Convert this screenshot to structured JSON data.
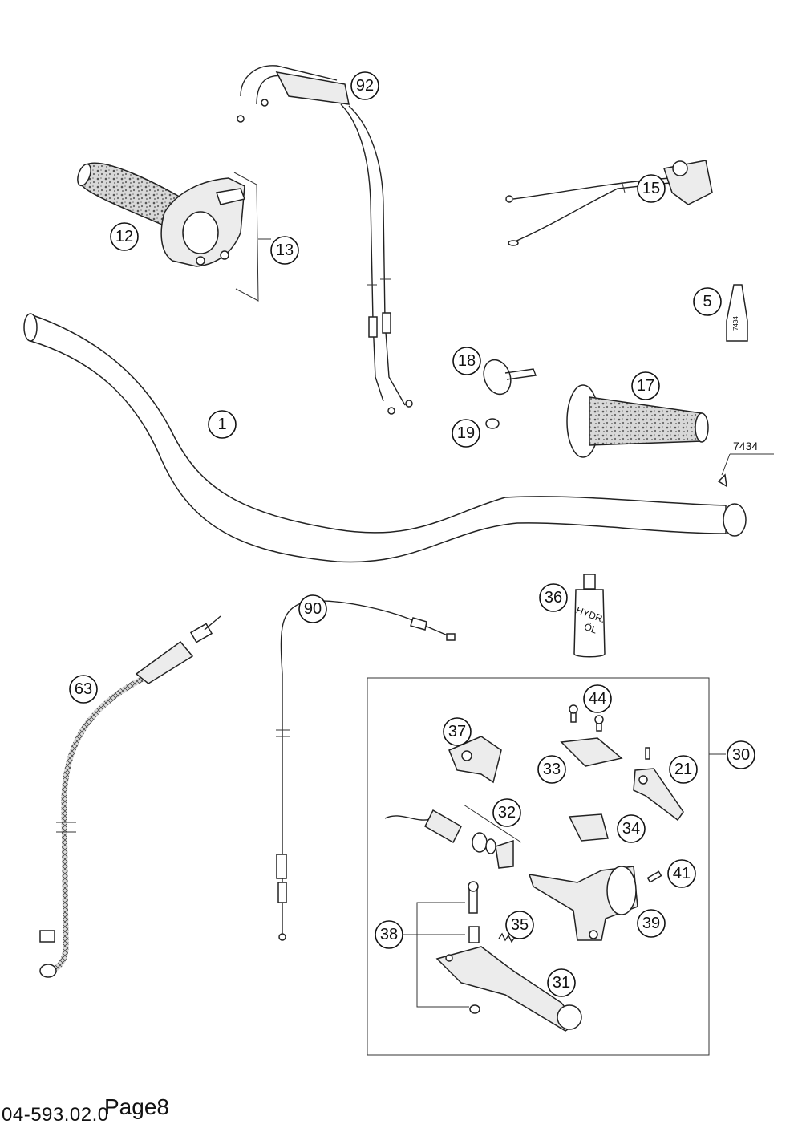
{
  "diagram": {
    "callouts": [
      {
        "id": "c92",
        "label": "92"
      },
      {
        "id": "c12",
        "label": "12"
      },
      {
        "id": "c13",
        "label": "13"
      },
      {
        "id": "c15",
        "label": "15"
      },
      {
        "id": "c5",
        "label": "5"
      },
      {
        "id": "c18",
        "label": "18"
      },
      {
        "id": "c17",
        "label": "17"
      },
      {
        "id": "c1",
        "label": "1"
      },
      {
        "id": "c19",
        "label": "19"
      },
      {
        "id": "c90",
        "label": "90"
      },
      {
        "id": "c36",
        "label": "36"
      },
      {
        "id": "c63",
        "label": "63"
      },
      {
        "id": "c44",
        "label": "44"
      },
      {
        "id": "c37",
        "label": "37"
      },
      {
        "id": "c33",
        "label": "33"
      },
      {
        "id": "c21",
        "label": "21"
      },
      {
        "id": "c30",
        "label": "30"
      },
      {
        "id": "c32",
        "label": "32"
      },
      {
        "id": "c34",
        "label": "34"
      },
      {
        "id": "c41",
        "label": "41"
      },
      {
        "id": "c39",
        "label": "39"
      },
      {
        "id": "c35",
        "label": "35"
      },
      {
        "id": "c38",
        "label": "38"
      },
      {
        "id": "c31",
        "label": "31"
      }
    ],
    "tool_label": "7434",
    "tool_bottle_label": "7434",
    "oil_bottle_line1": "HYDR.",
    "oil_bottle_line2": "ÖL"
  },
  "footer": {
    "code": "04-593.02.0",
    "page": "Page8"
  }
}
